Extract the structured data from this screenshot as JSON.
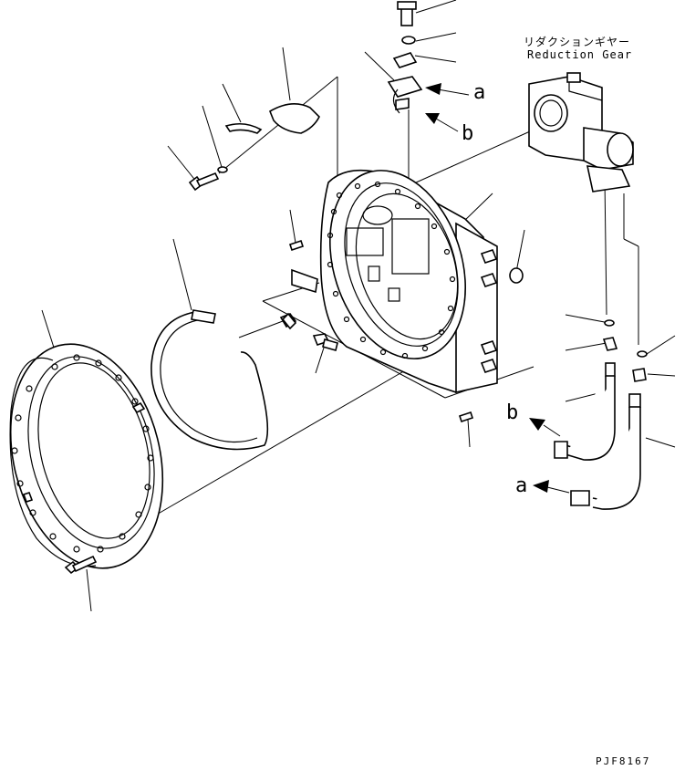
{
  "labels": {
    "reduction_gear_jp": "リダクションギヤー",
    "reduction_gear_en": "Reduction Gear",
    "marker_a": "a",
    "marker_b": "b",
    "drawing_code": "PJF8167"
  },
  "icons": [
    "arrow-left-icon"
  ]
}
